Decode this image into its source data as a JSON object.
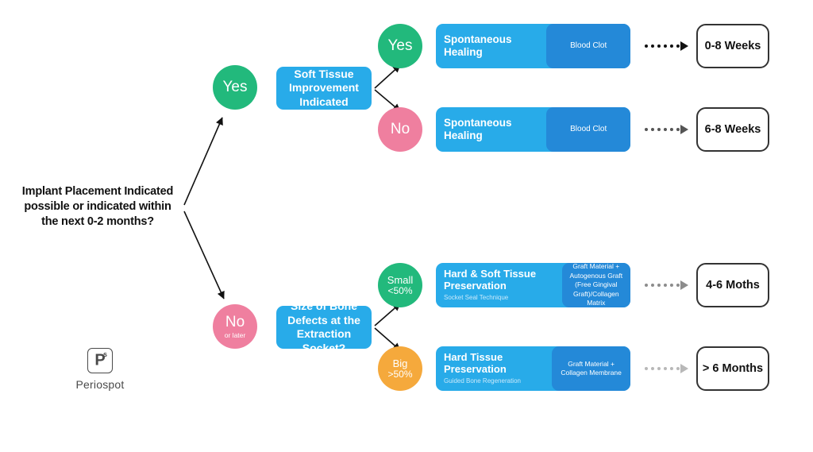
{
  "diagram": {
    "root_question": "Implant Placement Indicated possible or indicated within the next 0-2 months?",
    "branch_yes": {
      "label": "Yes"
    },
    "branch_no": {
      "label": "No",
      "sub": "or later"
    },
    "question_soft_tissue": "Soft Tissue Improvement Indicated",
    "question_bone_size": "Size of Bone Defects at the Extraction Socket?",
    "decisions": {
      "yes_top": "Yes",
      "no_top": "No",
      "small": {
        "label": "Small",
        "sub": "<50%"
      },
      "big": {
        "label": "Big",
        "sub": ">50%"
      }
    },
    "treatments": [
      {
        "title": "Spontaneous Healing",
        "subtitle": "",
        "material": "Blood Clot",
        "outcome": "0-8 Weeks"
      },
      {
        "title": "Spontaneous Healing",
        "subtitle": "",
        "material": "Blood Clot",
        "outcome": "6-8 Weeks"
      },
      {
        "title": "Hard & Soft Tissue Preservation",
        "subtitle": "Socket Seal Technique",
        "material": "Graft Material + Autogenous Graft (Free Gingival Graft)/Collagen Matrix",
        "outcome": "4-6 Moths"
      },
      {
        "title": "Hard Tissue Preservation",
        "subtitle": "Guided Bone Regeneration",
        "material": "Graft Material + Collagen Membrane",
        "outcome": "> 6 Months"
      }
    ],
    "logo": {
      "mark_letter": "P",
      "mark_superscript": "s",
      "wordmark": "Periospot"
    },
    "colors": {
      "green": "#22b97c",
      "pink": "#ef7f9f",
      "orange": "#f5a93c",
      "blue_light": "#28abe9",
      "blue_dark": "#2489d8",
      "outline": "#333333"
    }
  }
}
